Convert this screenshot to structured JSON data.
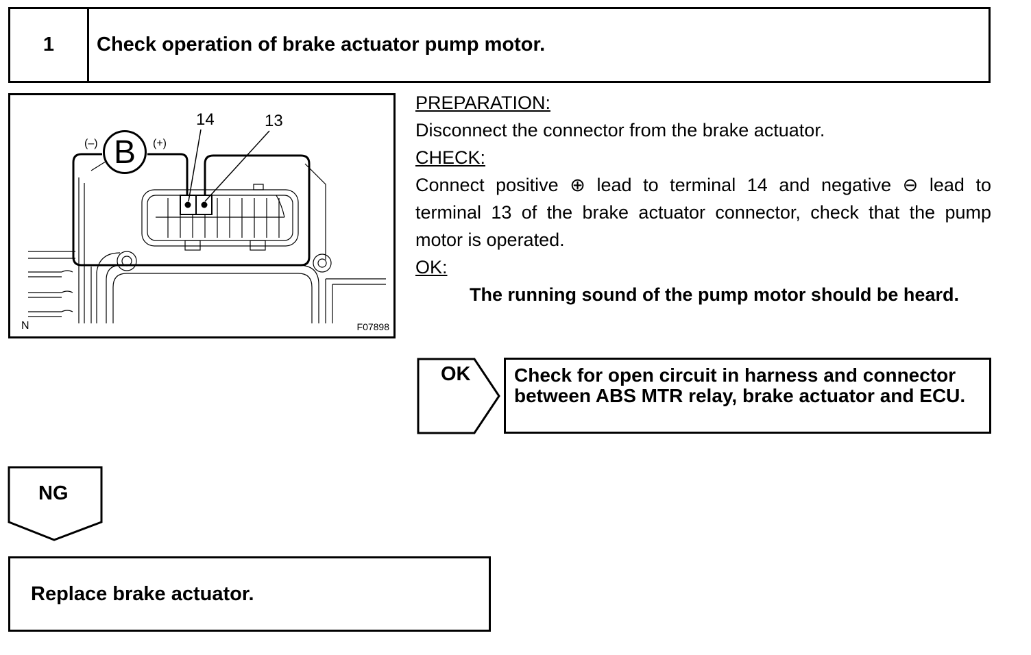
{
  "step": {
    "number": "1",
    "title": "Check operation of brake actuator pump motor."
  },
  "figure": {
    "pin_14": "14",
    "pin_13": "13",
    "minus": "(–)",
    "plus": "(+)",
    "b_label": "B",
    "corner_n": "N",
    "figure_id": "F07898"
  },
  "instructions": {
    "preparation_heading": "PREPARATION:",
    "preparation_text": "Disconnect the connector from the brake actuator.",
    "check_heading": "CHECK:",
    "check_text": "Connect positive ⊕ lead to terminal 14 and negative ⊖ lead to terminal 13 of the brake actuator connector, check that the pump motor is operated.",
    "ok_heading": "OK:",
    "ok_text": "The running sound of the pump motor should be heard."
  },
  "ok_branch": {
    "label": "OK",
    "result": "Check for open circuit in harness and connector between ABS MTR relay, brake actuator and ECU."
  },
  "ng_branch": {
    "label": "NG",
    "result": "Replace brake actuator."
  }
}
